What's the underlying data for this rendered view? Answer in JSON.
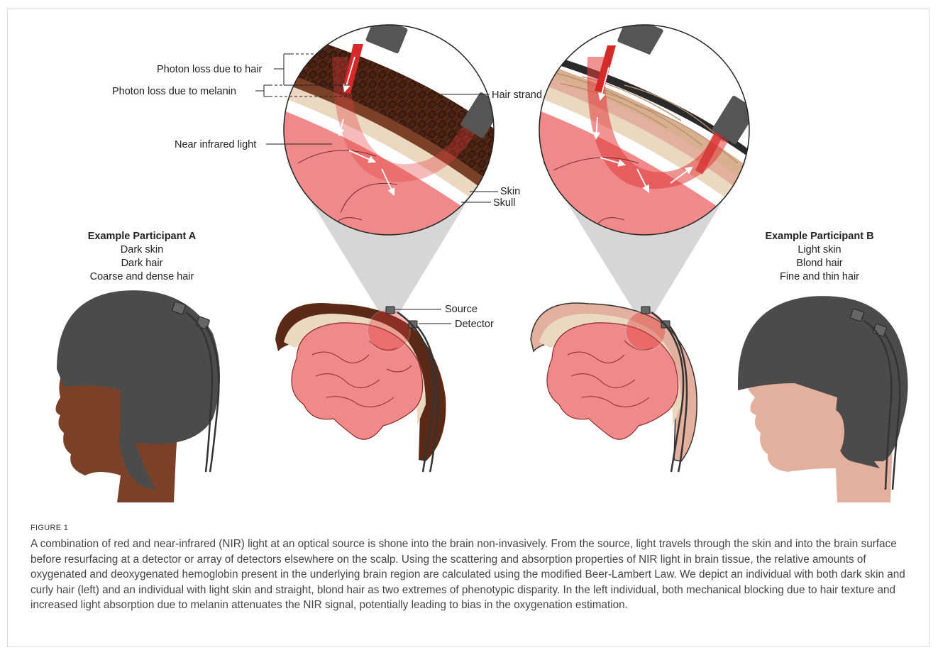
{
  "labels": {
    "photon_hair": "Photon loss due to hair",
    "photon_melanin": "Photon loss due to melanin",
    "nir": "Near infrared light",
    "hair_strand": "Hair strand",
    "skin": "Skin",
    "skull": "Skull",
    "source": "Source",
    "detector": "Detector"
  },
  "participant_a": {
    "title": "Example Participant A",
    "lines": [
      "Dark skin",
      "Dark hair",
      "Coarse and dense hair"
    ]
  },
  "participant_b": {
    "title": "Example Participant B",
    "lines": [
      "Light skin",
      "Blond hair",
      "Fine and thin hair"
    ]
  },
  "caption": {
    "figure_number": "FIGURE 1",
    "text": "A combination of red and near-infrared (NIR) light at an optical source is shone into the brain non-invasively. From the source, light travels through the skin and into the brain surface before resurfacing at a detector or array of detectors elsewhere on the scalp. Using the scattering and absorption properties of NIR light in brain tissue, the relative amounts of oxygenated and deoxygenated hemoglobin present in the underlying brain region are calculated using the modified Beer-Lambert Law. We depict an individual with both dark skin and curly hair (left) and an individual with light skin and straight, blond hair as two extremes of phenotypic disparity. In the left individual, both mechanical blocking due to hair texture and increased light absorption due to melanin attenuates the NIR signal, potentially leading to bias in the oxygenation estimation."
  },
  "colors": {
    "brain": "#f08a8a",
    "dark_skin": "#7a4128",
    "dark_hair": "#4a2214",
    "light_skin": "#e2b09c",
    "blond_hair": "#e6c9a8",
    "cap": "#4b4b4b",
    "light_beam": "#e23b3b"
  }
}
